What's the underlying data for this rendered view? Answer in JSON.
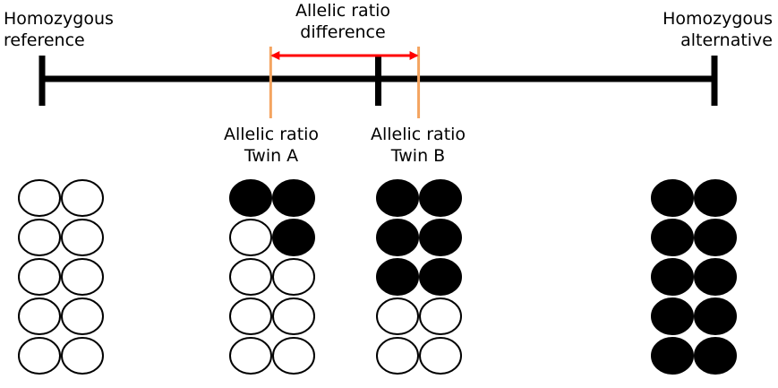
{
  "labels": {
    "homozygous_reference": {
      "line1": "Homozygous",
      "line2": "reference"
    },
    "allelic_ratio_difference": {
      "line1": "Allelic ratio",
      "line2": "difference"
    },
    "homozygous_alternative": {
      "line1": "Homozygous",
      "line2": "alternative"
    },
    "allelic_ratio_twin_a": {
      "line1": "Allelic ratio",
      "line2": "Twin A"
    },
    "allelic_ratio_twin_b": {
      "line1": "Allelic ratio",
      "line2": "Twin B"
    }
  },
  "colors": {
    "axis": "#000000",
    "twin_marker": "#f4a460",
    "difference_arrow": "#ff0000",
    "allele_alt": "#000000",
    "allele_ref": "#ffffff"
  },
  "scale": {
    "min_label": "Homozygous reference",
    "max_label": "Homozygous alternative",
    "midpoint": 0.5,
    "twin_a_ratio": 0.34,
    "twin_b_ratio": 0.56
  },
  "groups": [
    {
      "name": "homozygous-reference",
      "cells": [
        [
          0,
          0
        ],
        [
          0,
          0
        ],
        [
          0,
          0
        ],
        [
          0,
          0
        ],
        [
          0,
          0
        ]
      ]
    },
    {
      "name": "twin-a",
      "cells": [
        [
          1,
          1
        ],
        [
          0,
          1
        ],
        [
          0,
          0
        ],
        [
          0,
          0
        ],
        [
          0,
          0
        ]
      ]
    },
    {
      "name": "twin-b",
      "cells": [
        [
          1,
          1
        ],
        [
          1,
          1
        ],
        [
          1,
          1
        ],
        [
          0,
          0
        ],
        [
          0,
          0
        ]
      ]
    },
    {
      "name": "homozygous-alternative",
      "cells": [
        [
          1,
          1
        ],
        [
          1,
          1
        ],
        [
          1,
          1
        ],
        [
          1,
          1
        ],
        [
          1,
          1
        ]
      ]
    }
  ]
}
